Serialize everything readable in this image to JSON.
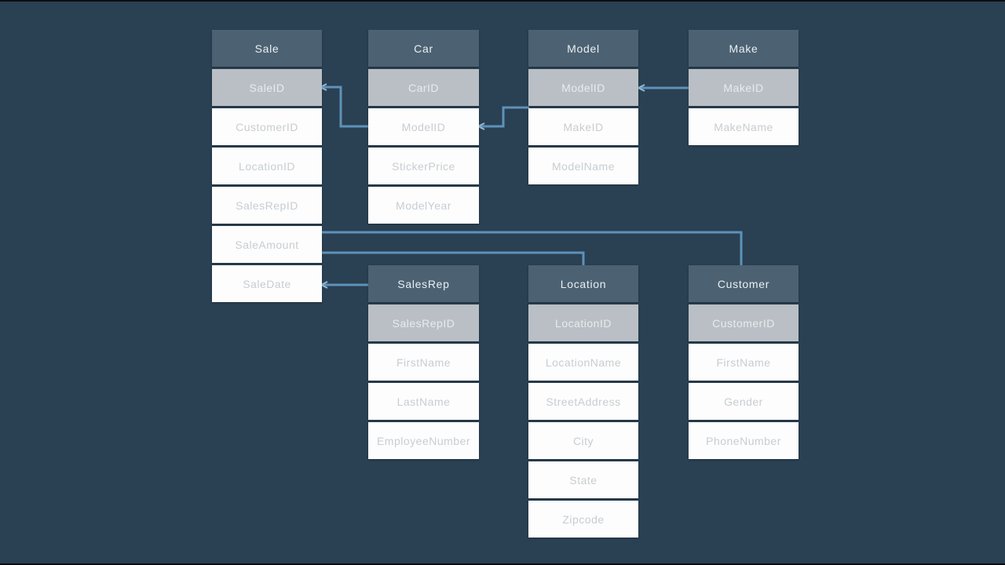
{
  "diagram_type": "entity-relationship",
  "colors": {
    "background": "#2A4053",
    "edge_bar": "#0B0E10",
    "table_header_bg": "#4C6272",
    "table_header_text": "#E9EFF3",
    "key_row_bg": "#B9BFC5",
    "key_row_text": "#E8EBED",
    "field_row_bg": "#FDFDFD",
    "field_row_text": "#C8CDD1",
    "connector_line": "#5E92B8"
  },
  "tables": [
    {
      "name": "Sale",
      "fields": [
        {
          "label": "SaleID",
          "key": true
        },
        {
          "label": "CustomerID",
          "key": false
        },
        {
          "label": "LocationID",
          "key": false
        },
        {
          "label": "SalesRepID",
          "key": false
        },
        {
          "label": "SaleAmount",
          "key": false
        },
        {
          "label": "SaleDate",
          "key": false
        }
      ]
    },
    {
      "name": "Car",
      "fields": [
        {
          "label": "CarID",
          "key": true
        },
        {
          "label": "ModelID",
          "key": false
        },
        {
          "label": "StickerPrice",
          "key": false
        },
        {
          "label": "ModelYear",
          "key": false
        }
      ]
    },
    {
      "name": "Model",
      "fields": [
        {
          "label": "ModelID",
          "key": true
        },
        {
          "label": "MakeID",
          "key": false
        },
        {
          "label": "ModelName",
          "key": false
        }
      ]
    },
    {
      "name": "Make",
      "fields": [
        {
          "label": "MakeID",
          "key": true
        },
        {
          "label": "MakeName",
          "key": false
        }
      ]
    },
    {
      "name": "SalesRep",
      "fields": [
        {
          "label": "SalesRepID",
          "key": true
        },
        {
          "label": "FirstName",
          "key": false
        },
        {
          "label": "LastName",
          "key": false
        },
        {
          "label": "EmployeeNumber",
          "key": false
        }
      ]
    },
    {
      "name": "Location",
      "fields": [
        {
          "label": "LocationID",
          "key": true
        },
        {
          "label": "LocationName",
          "key": false
        },
        {
          "label": "StreetAddress",
          "key": false
        },
        {
          "label": "City",
          "key": false
        },
        {
          "label": "State",
          "key": false
        },
        {
          "label": "Zipcode",
          "key": false
        }
      ]
    },
    {
      "name": "Customer",
      "fields": [
        {
          "label": "CustomerID",
          "key": true
        },
        {
          "label": "FirstName",
          "key": false
        },
        {
          "label": "Gender",
          "key": false
        },
        {
          "label": "PhoneNumber",
          "key": false
        }
      ]
    }
  ],
  "relationships": [
    {
      "from": "Sale.SaleID",
      "to": "Car.ModelID"
    },
    {
      "from": "Car.ModelID",
      "to": "Model.ModelID"
    },
    {
      "from": "Model.ModelID",
      "to": "Make.MakeID"
    },
    {
      "from": "Sale.SaleAmount",
      "to": "Customer"
    },
    {
      "from": "Sale.SaleAmount",
      "to": "Location"
    },
    {
      "from": "Sale.SaleDate",
      "to": "SalesRep"
    }
  ]
}
